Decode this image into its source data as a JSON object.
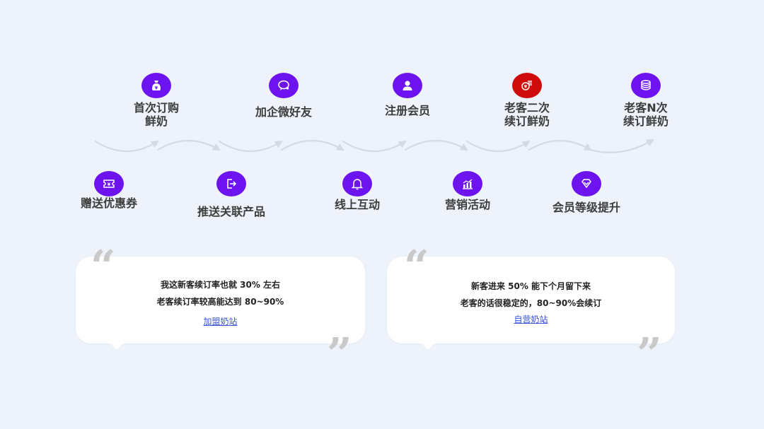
{
  "steps": [
    {
      "label": "首次订购\n鲜奶",
      "icon": "money-bag-icon",
      "color": "#6c13f0"
    },
    {
      "label": "加企微好友",
      "icon": "chat-bubble-icon",
      "color": "#6c13f0"
    },
    {
      "label": "注册会员",
      "icon": "user-icon",
      "color": "#6c13f0"
    },
    {
      "label": "老客二次\n续订鲜奶",
      "icon": "coins-icon",
      "color": "#cf0a0a"
    },
    {
      "label": "老客N次\n续订鲜奶",
      "icon": "coin-stack-icon",
      "color": "#6c13f0"
    },
    {
      "label": "赠送优惠券",
      "icon": "coupon-icon",
      "color": "#6c13f0"
    },
    {
      "label": "推送关联产品",
      "icon": "exit-arrow-icon",
      "color": "#6c13f0"
    },
    {
      "label": "线上互动",
      "icon": "bell-icon",
      "color": "#6c13f0"
    },
    {
      "label": "营销活动",
      "icon": "bar-chart-icon",
      "color": "#6c13f0"
    },
    {
      "label": "会员等级提升",
      "icon": "diamond-icon",
      "color": "#6c13f0"
    }
  ],
  "quotes": [
    {
      "line1": "我这新客续订率也就 30% 左右",
      "line2": "老客续订率较高能达到 80~90%",
      "source": "加盟奶站"
    },
    {
      "line1": "新客进来 50% 能下个月留下来",
      "line2": "老客的话很稳定的，80~90%会续订",
      "source": "自营奶站"
    }
  ],
  "quote_marks": {
    "open": "“",
    "close": "”"
  }
}
